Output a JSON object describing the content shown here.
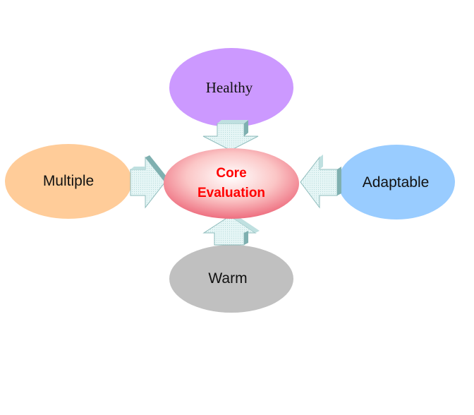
{
  "diagram": {
    "center": {
      "line1": "Core",
      "line2": "Evaluation",
      "text_color": "#ff0000"
    },
    "nodes": {
      "top": {
        "label": "Healthy",
        "color": "#cc99ff"
      },
      "left": {
        "label": "Multiple",
        "color": "#ffcc99"
      },
      "right": {
        "label": "Adaptable",
        "color": "#99ccff"
      },
      "bottom": {
        "label": "Warm",
        "color": "#c0c0c0"
      }
    },
    "arrow_color": "#dff3f3"
  }
}
